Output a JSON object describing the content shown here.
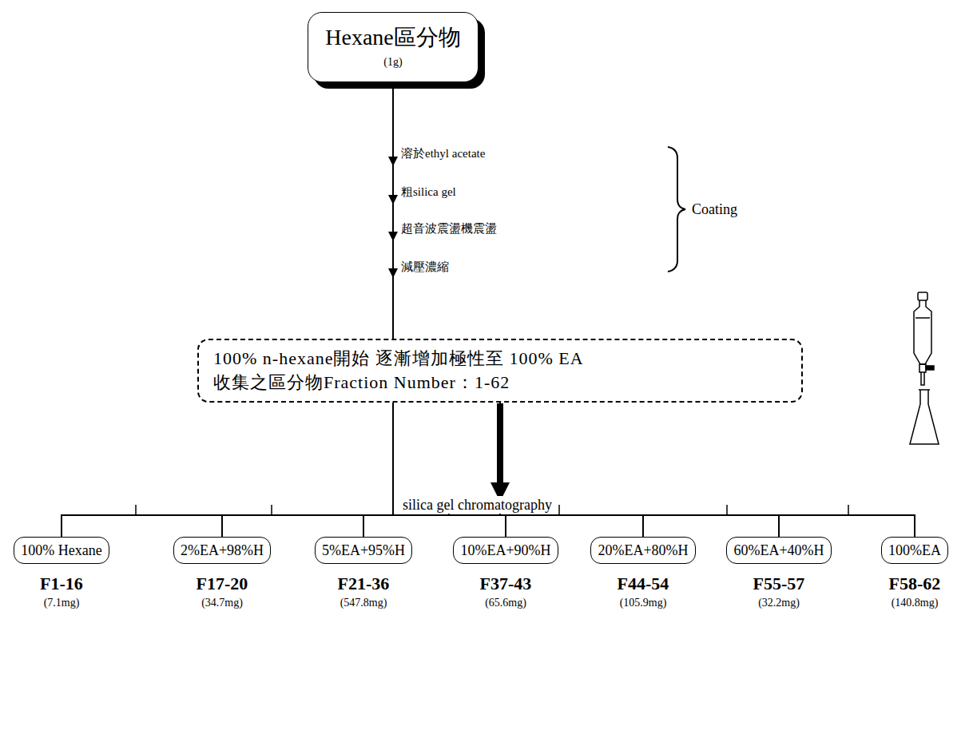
{
  "diagram": {
    "nodes": [
      {
        "text": [
          "Hexane區分物",
          "(1g)"
        ]
      },
      {
        "text": [
          "100% n-hexane開始 逐漸增加極性至 100% EA",
          "收集之區分物Fraction Number：1-62"
        ]
      },
      {
        "text": [
          "100% Hexane",
          "F1-16",
          "(7.1mg)"
        ]
      },
      {
        "text": [
          "2%EA+98%H",
          "F17-20",
          "(34.7mg)"
        ]
      },
      {
        "text": [
          "5%EA+95%H",
          "F21-36",
          "(547.8mg)"
        ]
      },
      {
        "text": [
          "10%EA+90%H",
          "F37-43",
          "(65.6mg)"
        ]
      },
      {
        "text": [
          "20%EA+80%H",
          "F44-54",
          "(105.9mg)"
        ]
      },
      {
        "text": [
          "60%EA+40%H",
          "F55-57",
          "(32.2mg)"
        ]
      },
      {
        "text": [
          "100%EA",
          "F58-62",
          "(140.8mg)"
        ]
      }
    ],
    "edges": [
      {
        "from": 0,
        "to": 1,
        "arrow": "to",
        "label": "silica gel chromatography"
      },
      {
        "from": 1,
        "to": 2,
        "arrow": "none"
      },
      {
        "from": 1,
        "to": 3,
        "arrow": "none"
      },
      {
        "from": 1,
        "to": 4,
        "arrow": "none"
      },
      {
        "from": 1,
        "to": 5,
        "arrow": "none"
      },
      {
        "from": 1,
        "to": 6,
        "arrow": "none"
      },
      {
        "from": 1,
        "to": 7,
        "arrow": "none"
      },
      {
        "from": 1,
        "to": 8,
        "arrow": "none"
      }
    ],
    "labels": [
      "溶於ethyl acetate",
      "粗silica gel",
      "超音波震盪機震盪",
      "減壓濃縮",
      "Coating"
    ]
  }
}
